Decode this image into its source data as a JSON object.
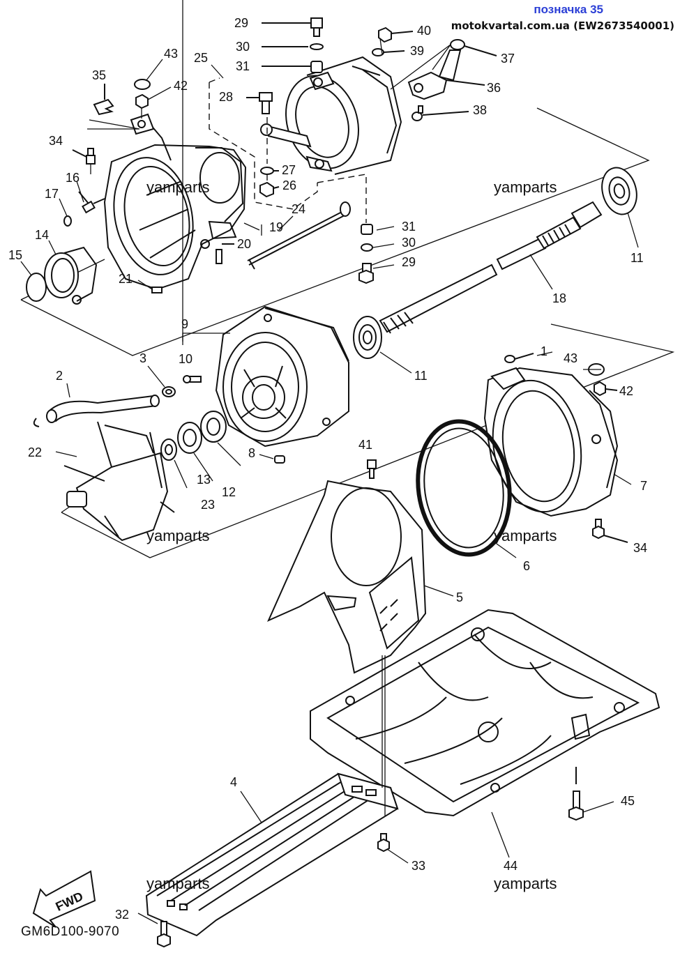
{
  "header": {
    "label": "позначка 35",
    "source": "motokvartal.com.ua (EW2673540001)"
  },
  "watermarks": [
    "yamparts",
    "yamparts",
    "yamparts",
    "yamparts",
    "yamparts",
    "yamparts"
  ],
  "drawing_code": "GM6D100-9070",
  "direction_arrow": "FWD",
  "callouts": {
    "c29a": "29",
    "c40": "40",
    "c30a": "30",
    "c39": "39",
    "c31a": "31",
    "c37": "37",
    "c43a": "43",
    "c25": "25",
    "c42a": "42",
    "c35": "35",
    "c28": "28",
    "c36": "36",
    "c38": "38",
    "c34a": "34",
    "c27": "27",
    "c16": "16",
    "c26": "26",
    "c17": "17",
    "c24": "24",
    "c19": "19",
    "c14": "14",
    "c31b": "31",
    "c20": "20",
    "c30b": "30",
    "c15": "15",
    "c29b": "29",
    "c21": "21",
    "c11a": "11",
    "c18": "18",
    "c9": "9",
    "c11b": "11",
    "c3": "3",
    "c10": "10",
    "c1": "1",
    "c2": "2",
    "c43b": "43",
    "c42b": "42",
    "c41": "41",
    "c22": "22",
    "c8": "8",
    "c7": "7",
    "c23": "23",
    "c12": "12",
    "c13": "13",
    "c34b": "34",
    "c6": "6",
    "c5": "5",
    "c4": "4",
    "c45": "45",
    "c33": "33",
    "c44": "44",
    "c32": "32"
  }
}
